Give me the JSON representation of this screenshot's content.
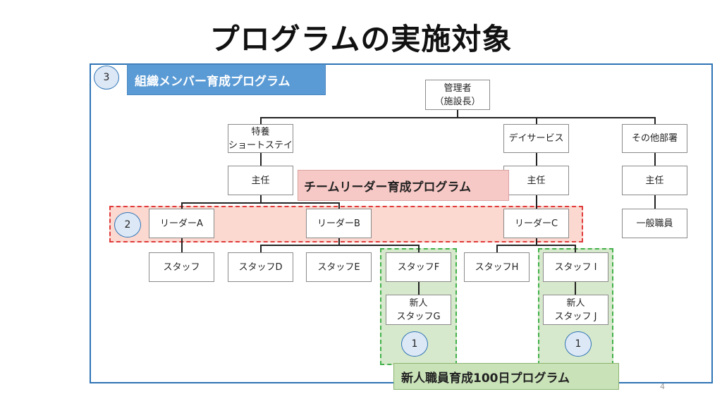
{
  "title": "プログラムの実施対象",
  "programs": {
    "p3": {
      "num": "3",
      "label": "組織メンバー育成プログラム"
    },
    "p2": {
      "num": "2",
      "label": "チームリーダー育成プログラム"
    },
    "p1": {
      "num": "1",
      "num_b": "1",
      "label": "新人職員育成100日プログラム"
    }
  },
  "nodes": {
    "admin": "管理者\n（施設長）",
    "tokuyo": "特養\nショートステイ",
    "day": "デイサービス",
    "other": "その他部署",
    "chief1": "主任",
    "chief2": "主任",
    "chief3": "主任",
    "leaderA": "リーダーA",
    "leaderB": "リーダーB",
    "leaderC": "リーダーC",
    "general": "一般職員",
    "staff": "スタッフ",
    "staffD": "スタッフD",
    "staffE": "スタッフE",
    "staffF": "スタッフF",
    "staffH": "スタッフH",
    "staffI": "スタッフ I",
    "staffG": "新人\nスタッフG",
    "staffJ": "新人\nスタッフ J"
  },
  "page_number": "4",
  "colors": {
    "frame": "#2e74b5",
    "blue_label": "#5b9bd5",
    "pink_band": "#fbd9d0",
    "red_dash": "#e03a3a",
    "green_zone": "#d7e9cc",
    "green_dash": "#43b14b"
  }
}
